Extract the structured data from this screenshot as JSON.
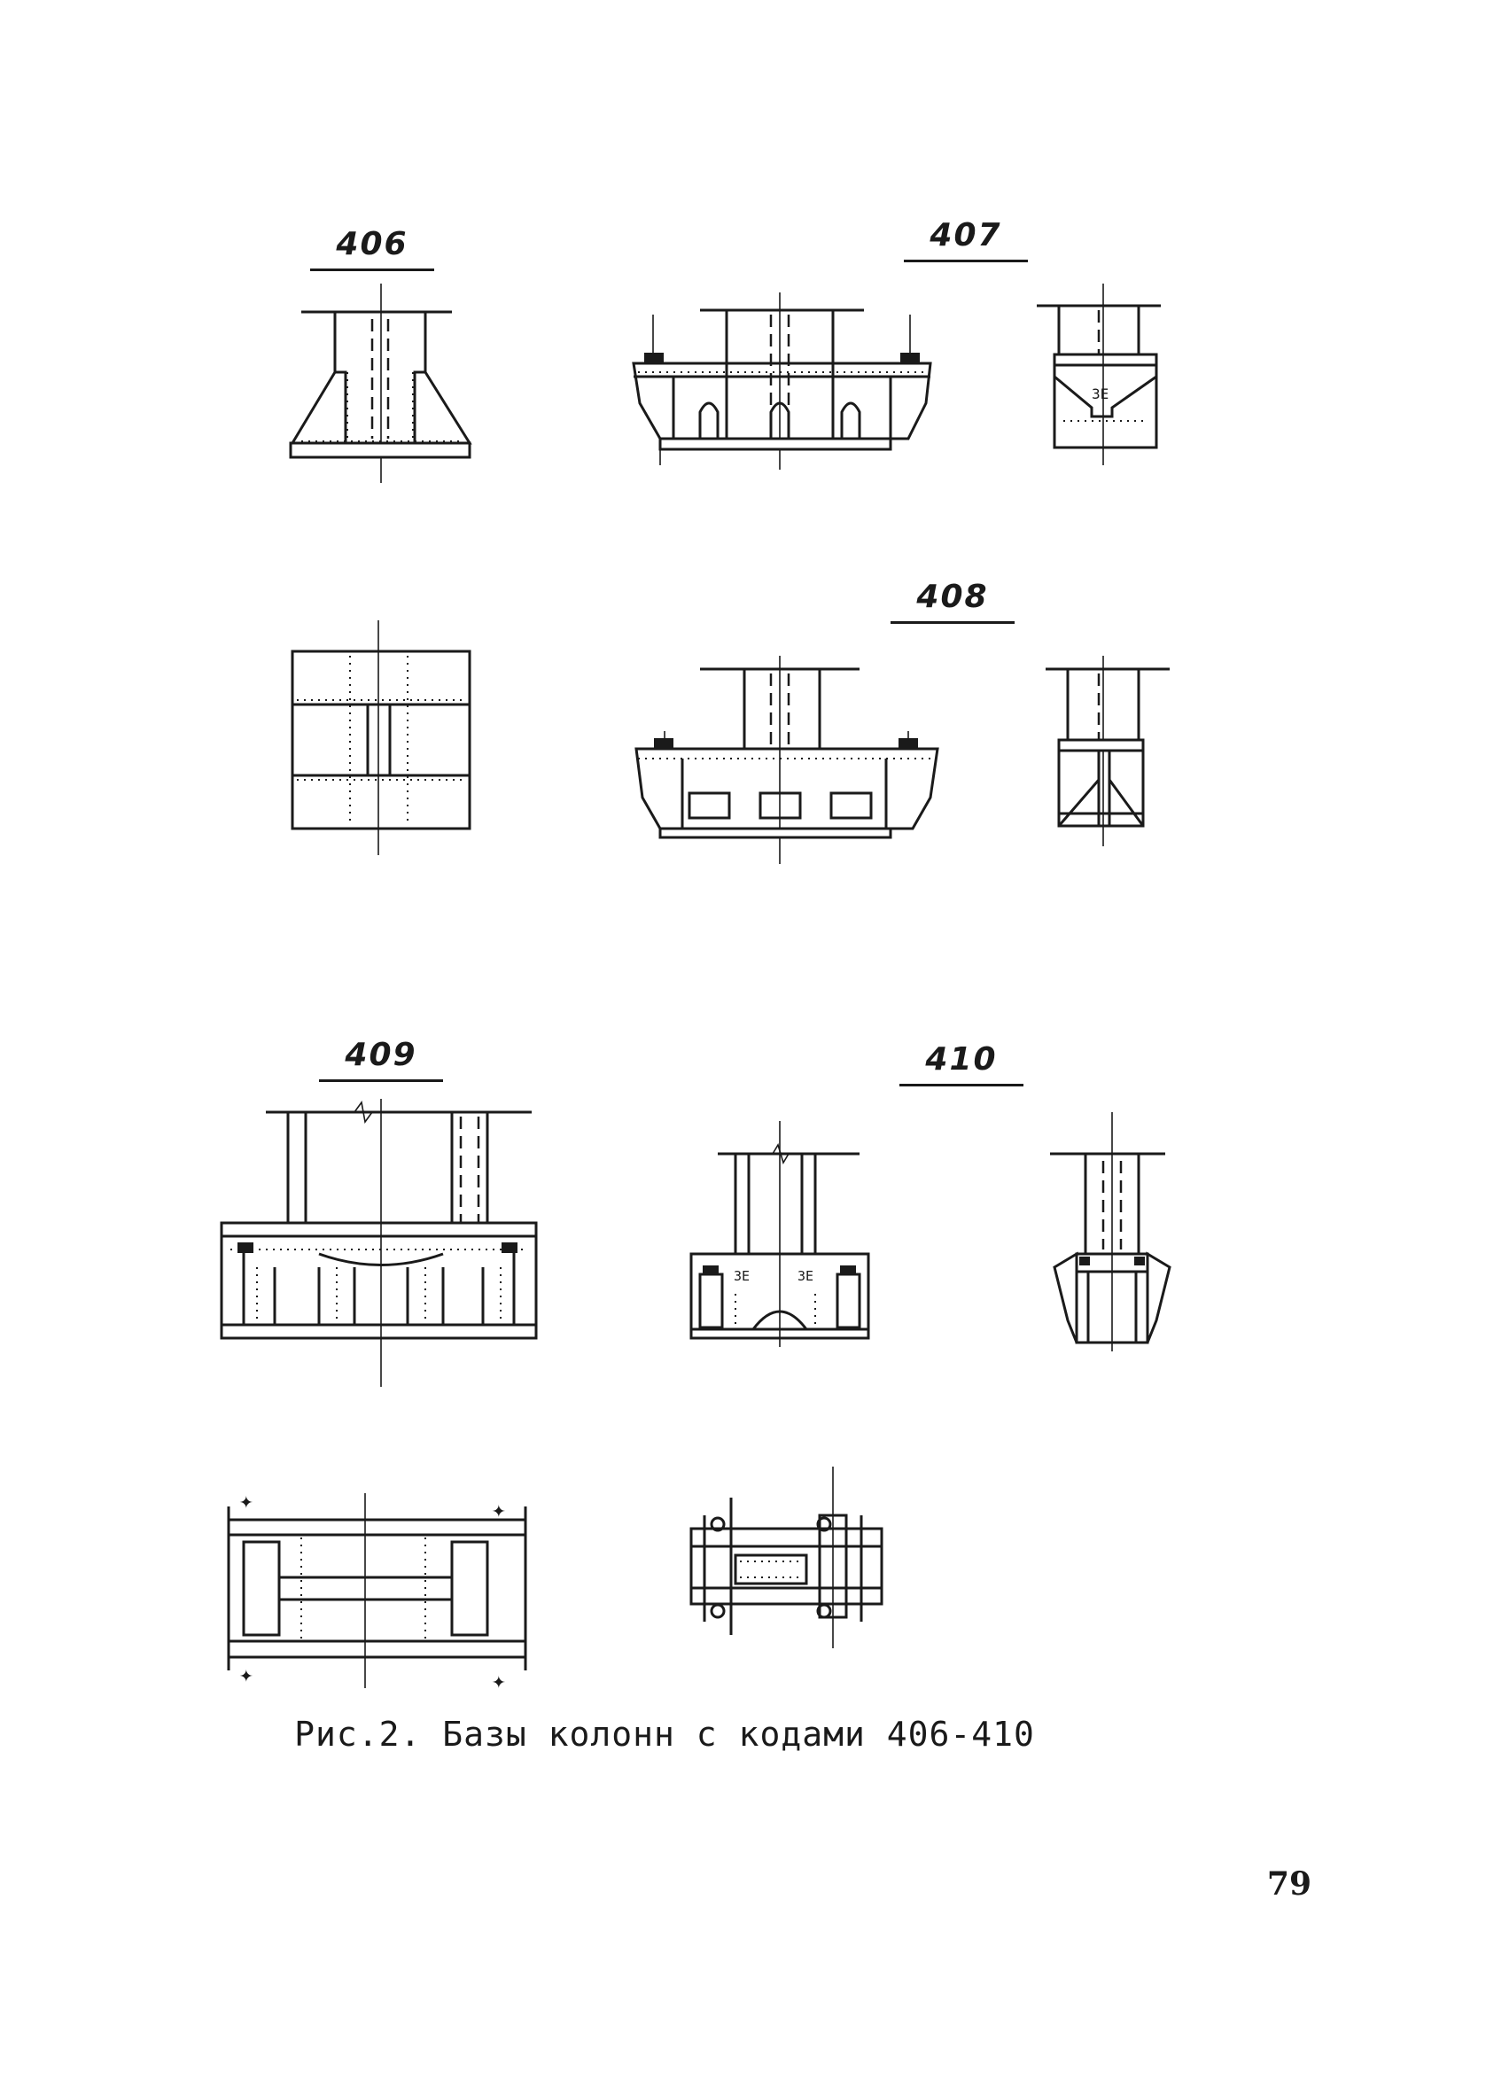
{
  "labels": {
    "fig406": "406",
    "fig407": "407",
    "fig408": "408",
    "fig409": "409",
    "fig410": "410"
  },
  "caption": "Рис.2. Базы колонн с кодами 406-410",
  "page_number": "79",
  "weld_marks": {
    "fig407_side": "ЗЕ",
    "fig410_front_left": "ЗЕ",
    "fig410_front_right": "ЗЕ"
  }
}
